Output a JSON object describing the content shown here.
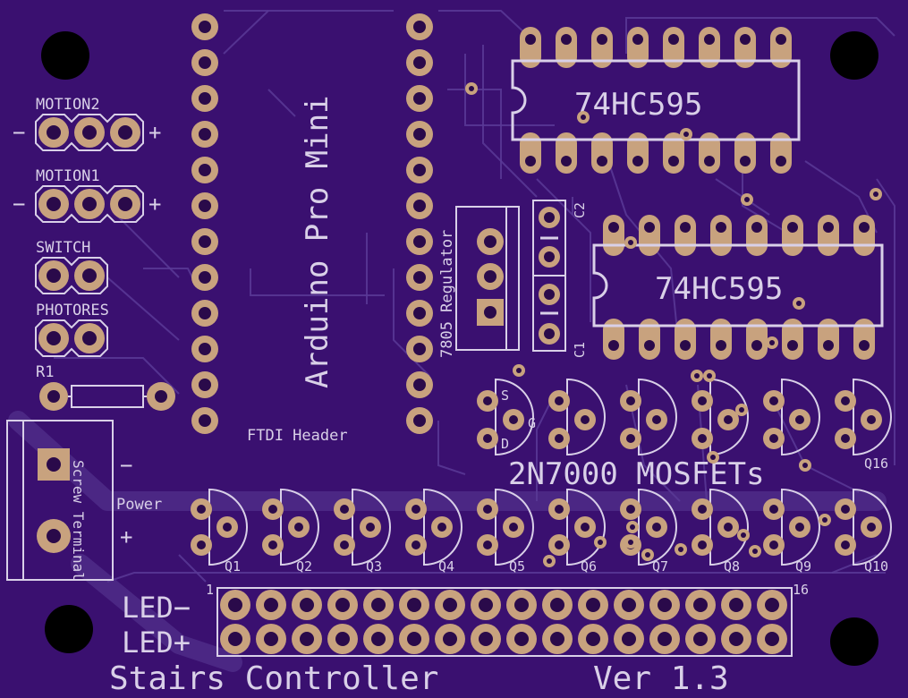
{
  "board": {
    "title": "Stairs Controller",
    "version": "Ver 1.3",
    "colors": {
      "substrate": "#3a1070",
      "copper": "#c8a27e",
      "silkscreen": "#d9d0e8",
      "trace": "#5a3a96"
    }
  },
  "labels": {
    "motion2": "MOTION2",
    "motion1": "MOTION1",
    "switch": "SWITCH",
    "photores": "PHOTORES",
    "r1": "R1",
    "minus_motion2": "−",
    "plus_motion2": "+",
    "minus_motion1": "−",
    "plus_motion1": "+",
    "arduino": "Arduino Pro Mini",
    "ftdi": "FTDI Header",
    "regulator": "7805 Regulator",
    "c1": "C1",
    "c2": "C2",
    "ic_top": "74HC595",
    "ic_bottom": "74HC595",
    "mosfets": "2N7000 MOSFETs",
    "screw_terminal": "Screw Terminal",
    "power": "Power",
    "terminal_minus": "−",
    "terminal_plus": "+",
    "led_minus": "LED−",
    "led_plus": "LED+",
    "header_first": "1",
    "header_last": "16",
    "mosfet_s": "S",
    "mosfet_g": "G",
    "mosfet_d": "D",
    "q_bottom": [
      "Q1",
      "Q2",
      "Q3",
      "Q4",
      "Q5",
      "Q6",
      "Q7",
      "Q8",
      "Q9",
      "Q10"
    ],
    "q16": "Q16"
  }
}
